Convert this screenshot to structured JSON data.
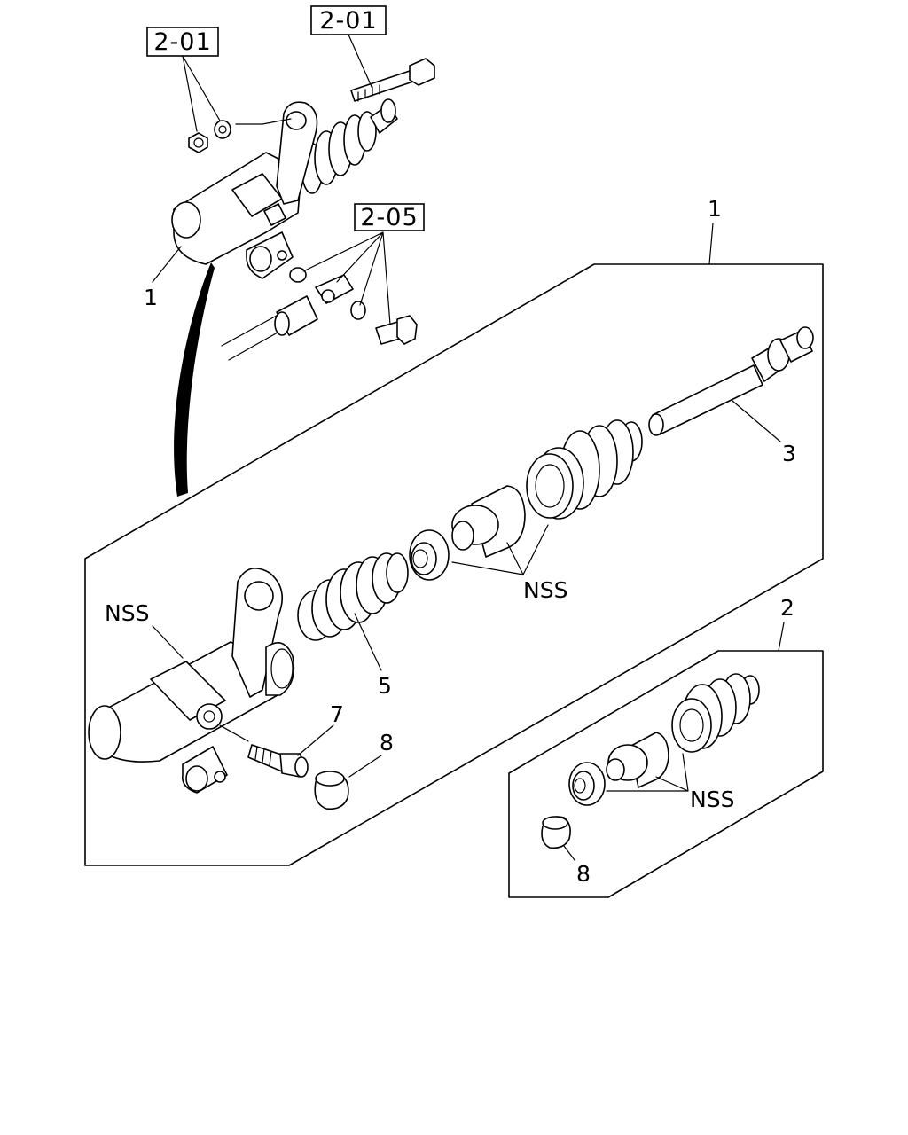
{
  "refs": {
    "ref_201_left": "2-01",
    "ref_201_right": "2-01",
    "ref_205": "2-05"
  },
  "callouts": {
    "c1_top": "1",
    "c1_assembly": "1",
    "c2_kit": "2",
    "c3": "3",
    "c5": "5",
    "c7": "7",
    "c8_main": "8",
    "c8_kit": "8"
  },
  "nss": {
    "main_body": "NSS",
    "main_internals": "NSS",
    "kit_internals": "NSS"
  }
}
